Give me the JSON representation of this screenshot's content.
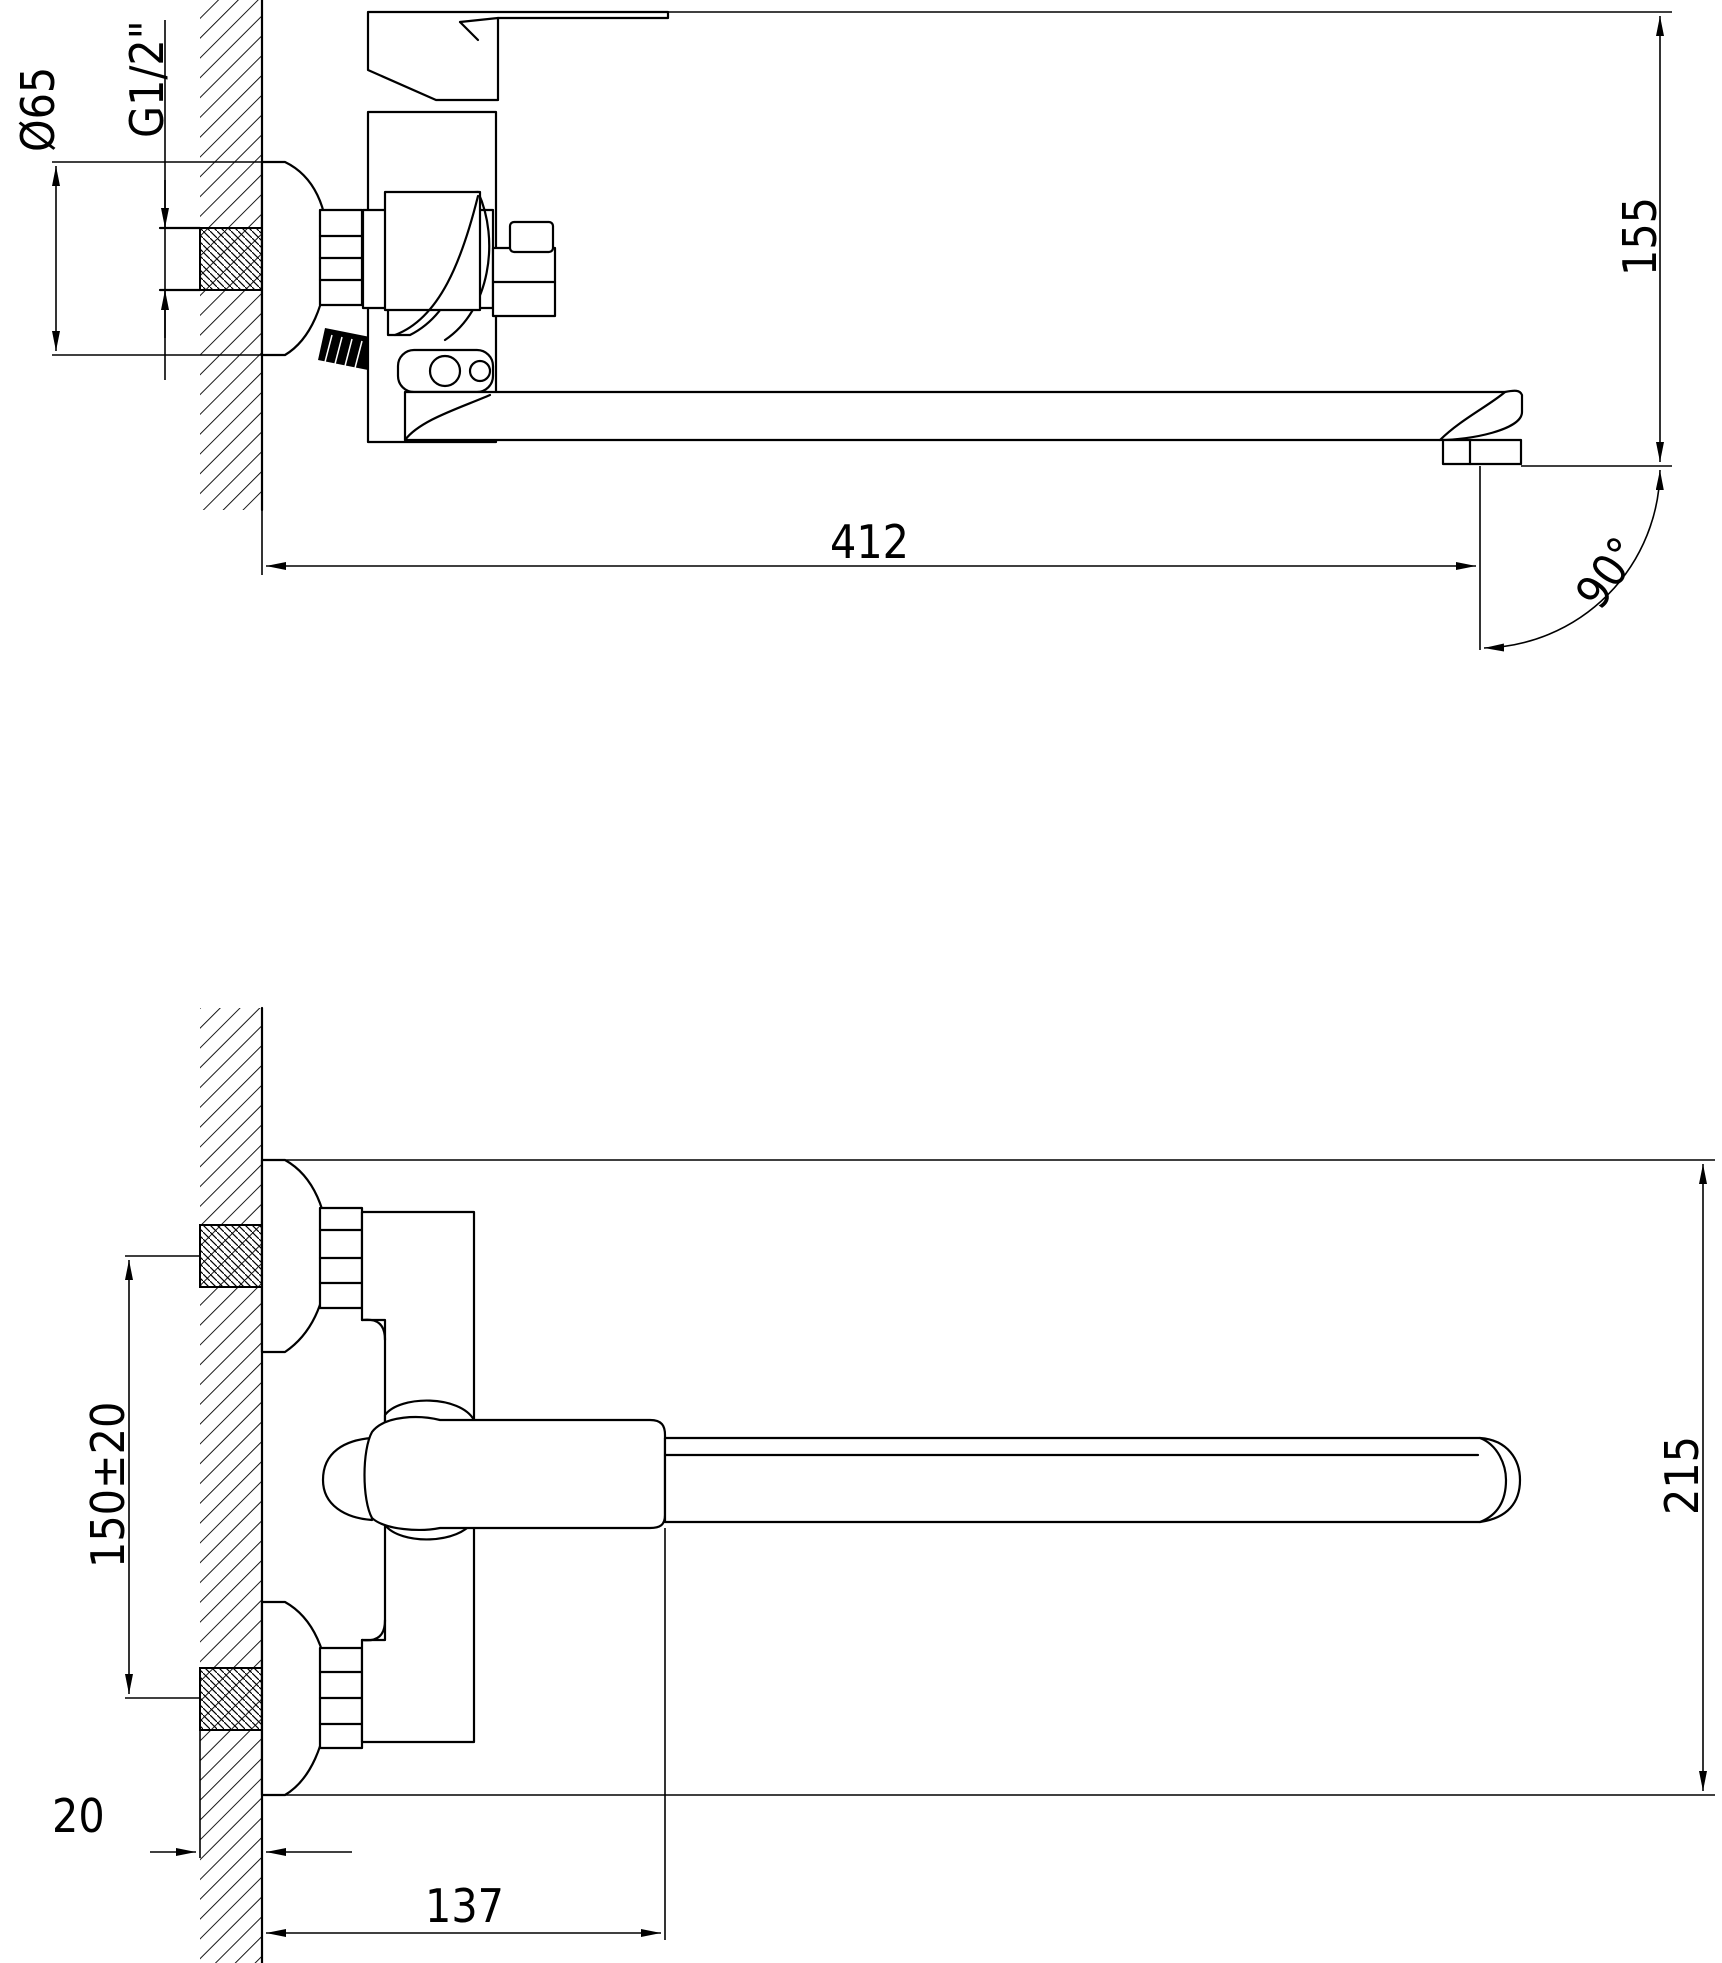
{
  "colors": {
    "line": "#000000",
    "background": "#ffffff"
  },
  "top_view": {
    "dims": {
      "diameter": "Ø65",
      "thread": "G1/2\"",
      "height": "155",
      "length": "412",
      "angle": "90°"
    }
  },
  "front_view": {
    "dims": {
      "spacing": "150±20",
      "height": "215",
      "offset": "20",
      "depth": "137"
    }
  }
}
